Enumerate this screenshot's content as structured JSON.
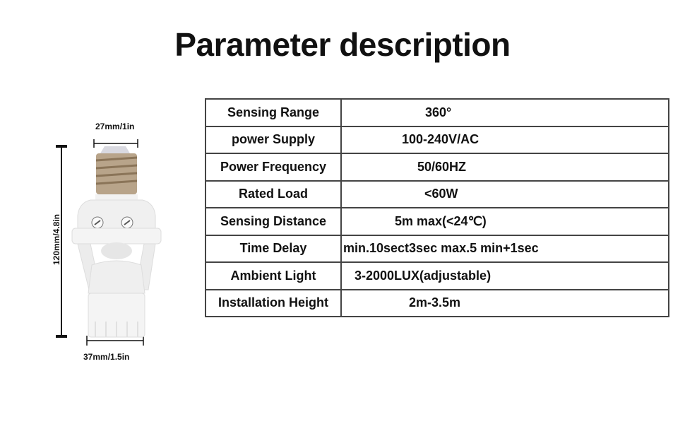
{
  "title": "Parameter description",
  "product_image": {
    "alt": "E27 lamp socket with PIR motion sensor",
    "dimensions": {
      "top_width": "27mm/1in",
      "height": "120mm/4.8in",
      "bottom_width": "37mm/1.5in"
    }
  },
  "spec_table": {
    "rows": [
      {
        "label": "Sensing Range",
        "value": "360°",
        "value_offset": 348
      },
      {
        "label": "power Supply",
        "value": "100-240V/AC",
        "value_offset": 315
      },
      {
        "label": "Power Frequency",
        "value": "50/60HZ",
        "value_offset": 337
      },
      {
        "label": "Rated Load",
        "value": "<60W",
        "value_offset": 347
      },
      {
        "label": "Sensing Distance",
        "value": "5m max(<24℃)",
        "value_offset": 305
      },
      {
        "label": "Time Delay",
        "value": "min.10sect3sec max.5 min+1sec",
        "value_offset": 232
      },
      {
        "label": "Ambient Light",
        "value": "3-2000LUX(adjustable)",
        "value_offset": 248
      },
      {
        "label": "Installation Height",
        "value": "2m-3.5m",
        "value_offset": 325
      }
    ]
  }
}
